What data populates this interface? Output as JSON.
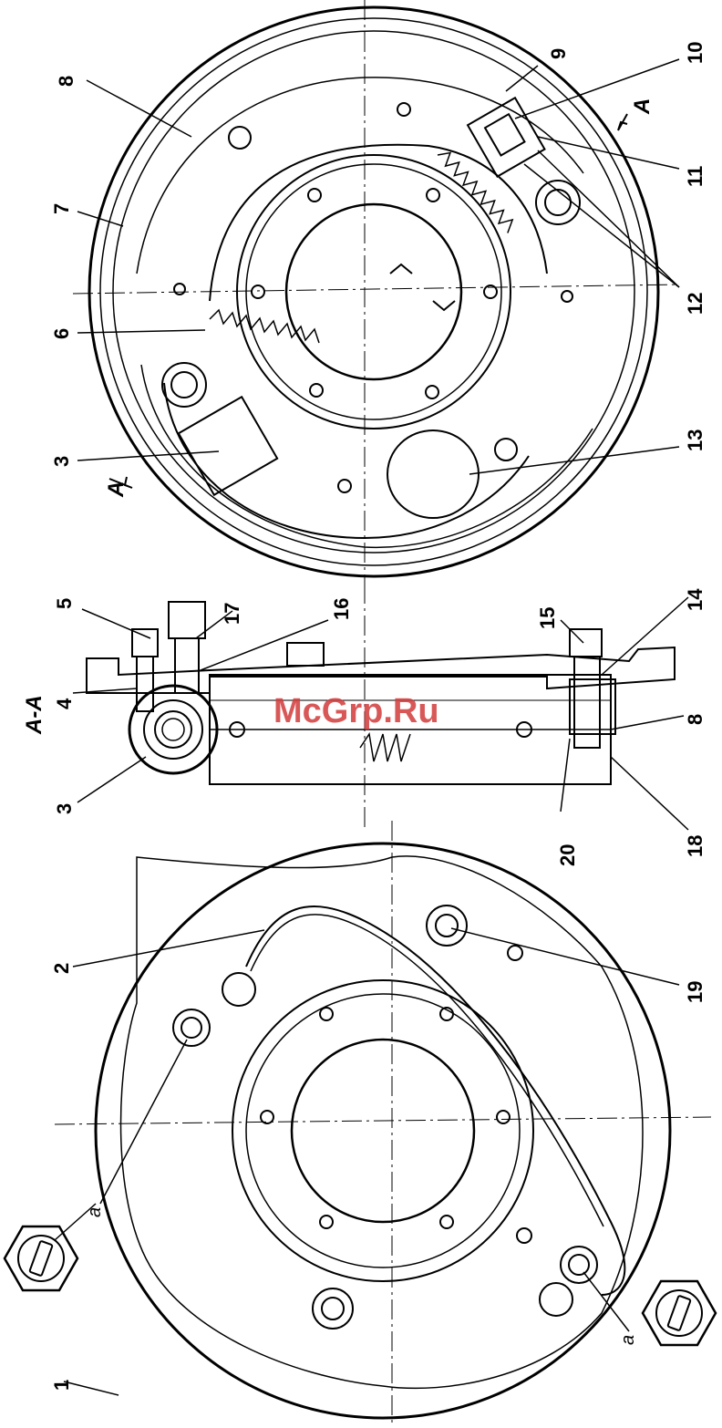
{
  "section_label": "A-A",
  "section_marker": "A",
  "detail_letter": "a",
  "watermark": "McGrp.Ru",
  "labels": {
    "p1": "1",
    "p2": "2",
    "p3": "3",
    "p4": "4",
    "p5": "5",
    "p6": "6",
    "p7": "7",
    "p8": "8",
    "p9": "9",
    "p10": "10",
    "p11": "11",
    "p12": "12",
    "p13": "13",
    "p14": "14",
    "p15": "15",
    "p16": "16",
    "p17": "17",
    "p18": "18",
    "p19": "19",
    "p20": "20"
  },
  "colors": {
    "ink": "#000000",
    "watermark": "#d23c3c"
  }
}
